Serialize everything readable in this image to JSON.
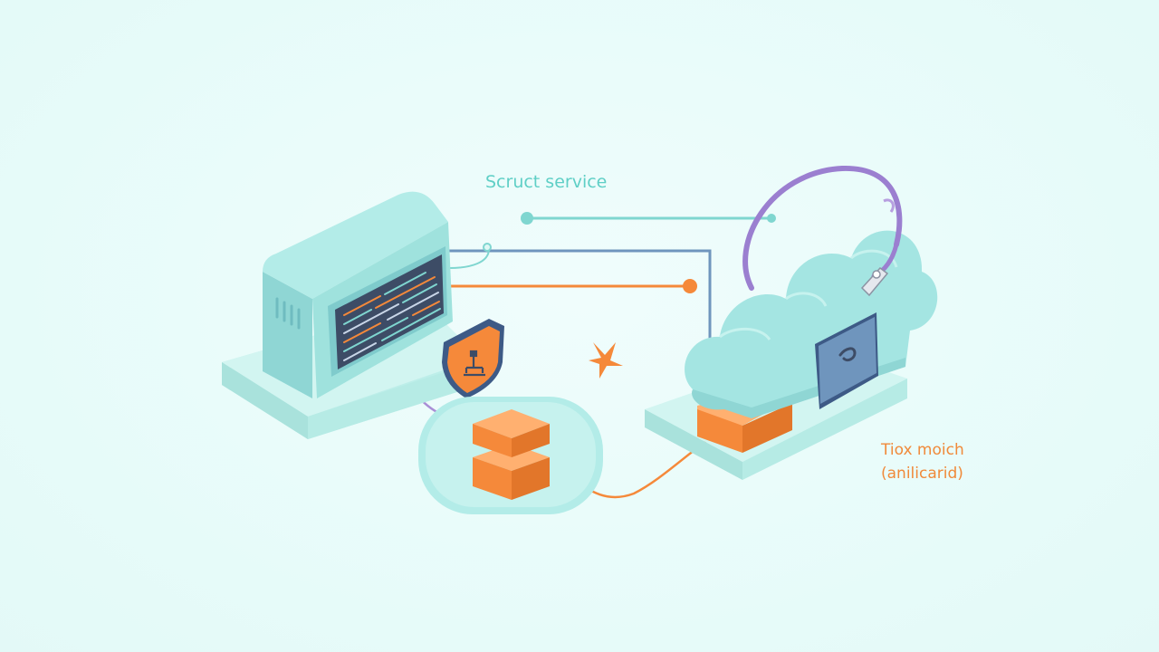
{
  "labels": {
    "top": "Scruct service",
    "right_line1": "Tiox moich",
    "right_line2": "(anilicarid)"
  },
  "colors": {
    "background": "#eafcfb",
    "teal": "#9fe6e0",
    "teal_dark": "#7fcfd0",
    "orange": "#f5893a",
    "blue_line": "#6f95bd",
    "purple": "#9b7fd0",
    "screen": "#3d4c66"
  },
  "icons": {
    "server": "computer-terminal-icon",
    "shield": "shield-network-icon",
    "cube": "orange-cube-stack-icon",
    "cloud": "cloud-icon",
    "headset": "headset-cable-icon",
    "sparkle": "orange-star-icon"
  }
}
